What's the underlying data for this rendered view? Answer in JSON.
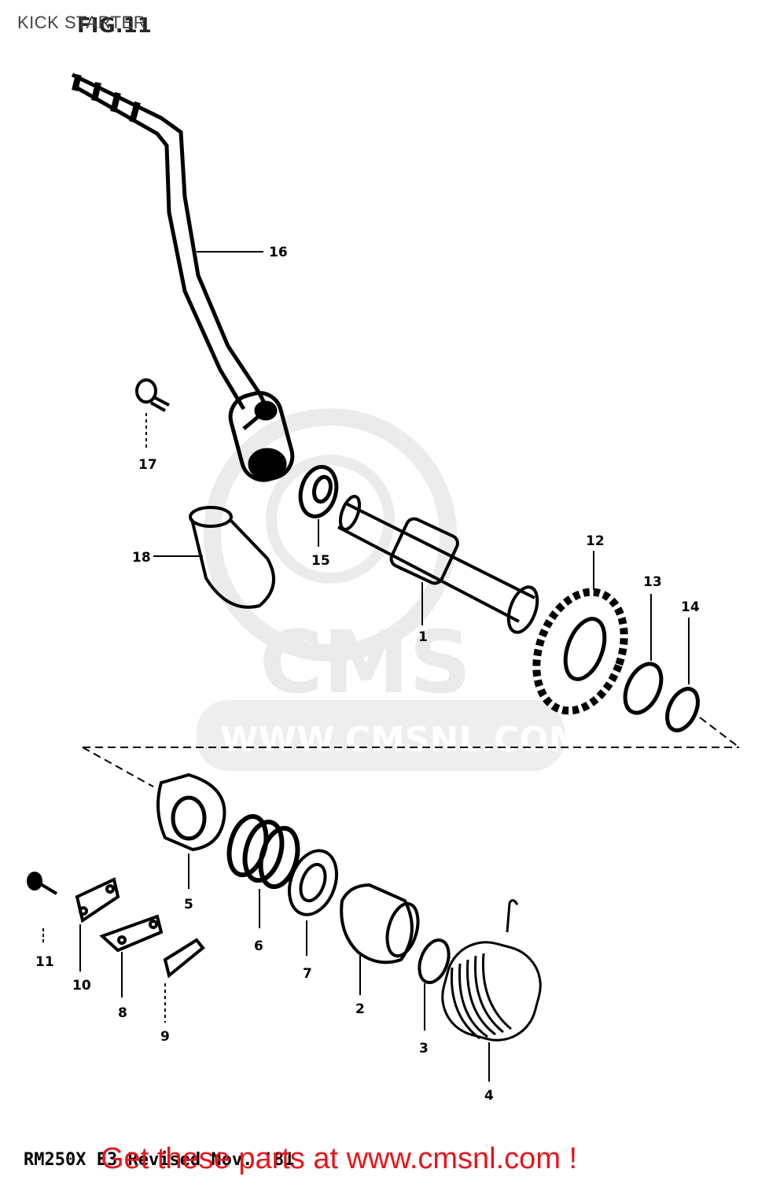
{
  "header": {
    "title": "KICK STARTER",
    "figure_label": "FIG.11"
  },
  "watermark": {
    "text": "CMS",
    "url": "WWW.CMSNL.COM"
  },
  "footer": {
    "model_code": "RM250X  E3  Revised  Nov. '81",
    "cta": "Get these parts at www.cmsnl.com !"
  },
  "callouts": [
    "1",
    "2",
    "3",
    "4",
    "5",
    "6",
    "7",
    "8",
    "9",
    "10",
    "11",
    "12",
    "13",
    "14",
    "15",
    "16",
    "17",
    "18"
  ],
  "colors": {
    "cta": "#e8141b",
    "line": "#000000",
    "watermark": "#d9d9d9"
  }
}
